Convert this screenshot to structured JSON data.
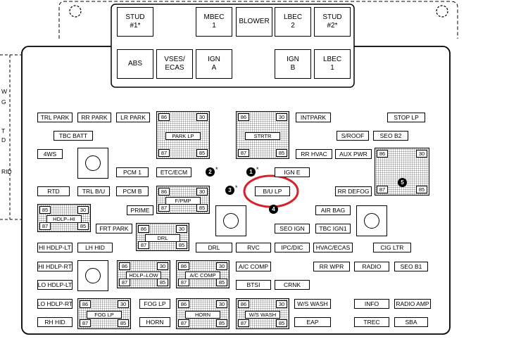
{
  "top_fuses": [
    {
      "id": "stud1",
      "label": "STUD\n#1*"
    },
    {
      "id": "mbec1",
      "label": "MBEC\n1"
    },
    {
      "id": "blower",
      "label": "BLOWER"
    },
    {
      "id": "lbec2",
      "label": "LBEC\n2"
    },
    {
      "id": "stud2",
      "label": "STUD\n#2*"
    },
    {
      "id": "abs",
      "label": "ABS"
    },
    {
      "id": "vses",
      "label": "VSES/\nECAS"
    },
    {
      "id": "igna",
      "label": "IGN\nA"
    },
    {
      "id": "ignb",
      "label": "IGN\nB"
    },
    {
      "id": "lbec1",
      "label": "LBEC\n1"
    }
  ],
  "fuses": [
    {
      "id": "trl-park",
      "label": "TRL PARK"
    },
    {
      "id": "rr-park",
      "label": "RR PARK"
    },
    {
      "id": "lr-park",
      "label": "LR PARK"
    },
    {
      "id": "intpark",
      "label": "INTPARK"
    },
    {
      "id": "stop-lp",
      "label": "STOP LP"
    },
    {
      "id": "tbc-batt",
      "label": "TBC BATT"
    },
    {
      "id": "s-roof",
      "label": "S/ROOF"
    },
    {
      "id": "seo-b2",
      "label": "SEO B2"
    },
    {
      "id": "4ws",
      "label": "4WS"
    },
    {
      "id": "rr-hvac",
      "label": "RR HVAC"
    },
    {
      "id": "aux-pwr",
      "label": "AUX PWR"
    },
    {
      "id": "pcm1",
      "label": "PCM 1"
    },
    {
      "id": "etc-ecm",
      "label": "ETC/ECM"
    },
    {
      "id": "ign-e",
      "label": "IGN E"
    },
    {
      "id": "rtd",
      "label": "RTD"
    },
    {
      "id": "trl-bu",
      "label": "TRL B/U"
    },
    {
      "id": "pcm-b",
      "label": "PCM B"
    },
    {
      "id": "bu-lp",
      "label": "B/U LP"
    },
    {
      "id": "rr-defog",
      "label": "RR DEFOG"
    },
    {
      "id": "prime",
      "label": "PRIME"
    },
    {
      "id": "air-bag",
      "label": "AIR BAG"
    },
    {
      "id": "frt-park",
      "label": "FRT PARK"
    },
    {
      "id": "seo-ign",
      "label": "SEO IGN"
    },
    {
      "id": "tbc-ign1",
      "label": "TBC IGN1"
    },
    {
      "id": "hi-hdlp-lt",
      "label": "HI HDLP-LT"
    },
    {
      "id": "lh-hid",
      "label": "LH HID"
    },
    {
      "id": "drl",
      "label": "DRL"
    },
    {
      "id": "rvc",
      "label": "RVC"
    },
    {
      "id": "ipc-dic",
      "label": "IPC/DIC"
    },
    {
      "id": "hvac-ecas",
      "label": "HVAC/ECAS"
    },
    {
      "id": "cig-ltr",
      "label": "CIG LTR"
    },
    {
      "id": "hi-hdlp-rt",
      "label": "HI HDLP-RT"
    },
    {
      "id": "ac-comp",
      "label": "A/C COMP"
    },
    {
      "id": "rr-wpr",
      "label": "RR WPR"
    },
    {
      "id": "radio",
      "label": "RADIO"
    },
    {
      "id": "seo-b1",
      "label": "SEO B1"
    },
    {
      "id": "lo-hdlp-lt",
      "label": "LO HDLP-LT"
    },
    {
      "id": "btsi",
      "label": "BTSI"
    },
    {
      "id": "crnk",
      "label": "CRNK"
    },
    {
      "id": "lo-hdlp-rt",
      "label": "LO HDLP-RT"
    },
    {
      "id": "fog-lp",
      "label": "FOG LP"
    },
    {
      "id": "ws-wash",
      "label": "W/S WASH"
    },
    {
      "id": "info",
      "label": "INFO"
    },
    {
      "id": "radio-amp",
      "label": "RADIO AMP"
    },
    {
      "id": "rh-hid",
      "label": "RH HID"
    },
    {
      "id": "horn",
      "label": "HORN"
    },
    {
      "id": "eap",
      "label": "EAP"
    },
    {
      "id": "trec",
      "label": "TREC"
    },
    {
      "id": "sba",
      "label": "SBA"
    }
  ],
  "relays": [
    {
      "id": "park-lp",
      "name": "PARK LP",
      "pins": [
        "86",
        "30",
        "87",
        "85"
      ]
    },
    {
      "id": "strtr",
      "name": "STRTR",
      "pins": [
        "86",
        "30",
        "87",
        "85"
      ]
    },
    {
      "id": "r5",
      "name": "",
      "pins": [
        "86",
        "30",
        "87",
        "85"
      ]
    },
    {
      "id": "fpmp",
      "name": "F/PMP",
      "pins": [
        "86",
        "30",
        "87",
        "85"
      ]
    },
    {
      "id": "hdlp-hi",
      "name": "HDLP–HI",
      "pins": [
        "85",
        "30",
        "87",
        "85"
      ]
    },
    {
      "id": "drl-relay",
      "name": "DRL",
      "pins": [
        "86",
        "30",
        "87",
        "85"
      ]
    },
    {
      "id": "hdlp-low",
      "name": "HDLP–LOW",
      "pins": [
        "86",
        "30",
        "87",
        "85"
      ]
    },
    {
      "id": "ac-comp-relay",
      "name": "A/C COMP",
      "pins": [
        "86",
        "30",
        "87",
        "85"
      ]
    },
    {
      "id": "fog-lp-relay",
      "name": "FOG LP",
      "pins": [
        "86",
        "30",
        "87",
        "85"
      ]
    },
    {
      "id": "horn-relay",
      "name": "HORN",
      "pins": [
        "86",
        "30",
        "87",
        "85"
      ]
    },
    {
      "id": "ws-wash-relay",
      "name": "W/S WASH",
      "pins": [
        "86",
        "30",
        "87",
        "85"
      ]
    }
  ],
  "markers": [
    {
      "id": "m1",
      "label": "1"
    },
    {
      "id": "m2",
      "label": "2"
    },
    {
      "id": "m3",
      "label": "3"
    },
    {
      "id": "m4",
      "label": "4"
    },
    {
      "id": "m5",
      "label": "5"
    }
  ],
  "asterisk": "*",
  "left_edge_text": [
    "W",
    "G",
    "T",
    "D",
    "RID"
  ],
  "highlight_color": "#d8222a"
}
